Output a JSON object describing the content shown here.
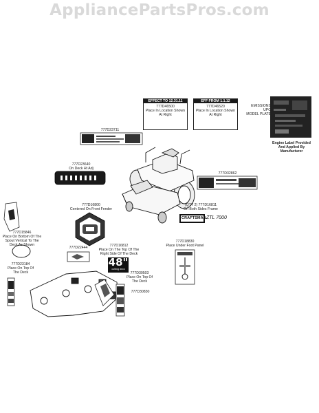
{
  "watermark": "AppliancePartsPros.com",
  "callouts": {
    "effect_to": {
      "header": "EFFECT TO 12.31.11",
      "part": "777D46500",
      "note": "Place In Location Shown At Right"
    },
    "eff_from": {
      "header": "EFF FROM 1.1.12",
      "part": "777D46520",
      "note": "Place In Location Shown At Right"
    },
    "emissions": "EMISSIONS",
    "upc": "UPC",
    "model_plate": "MODEL PLATE",
    "engine_label": "Engine Label Provided And Applied By Manufacturer",
    "part_23711": "777D23711",
    "part_23640": {
      "part": "777D23640",
      "note": "On Deck Ht Adj"
    },
    "part_32862": "777D32862",
    "part_16800": {
      "part": "777D16800",
      "note": "Centered On Front Fender"
    },
    "part_16811": {
      "qty": "(QTY 2) 777D16811",
      "note": "On Both Sides Frame"
    },
    "craftsman_text": "CRAFTSMAN",
    "model_badge": "ZTL 7000",
    "part_15846": {
      "part": "777D15846",
      "note": "Place On Bottom Of The Spout Vertical To The Deck As Shown"
    },
    "part_22444": "777D22444",
    "part_16812": {
      "part": "777D16812",
      "note": "Place On The Top Of The Right Side Of The Deck"
    },
    "deck_size": "48\"",
    "deck_size_sub": "cutting deck",
    "part_18830": {
      "part": "777D18830",
      "note": "Place Under Foot Panel"
    },
    "part_23184": {
      "part": "777D23184",
      "note": "Place On Top Of The Deck"
    },
    "part_30503": {
      "part": "777D30503",
      "note": "Place On Top Of The Deck"
    },
    "part_30830": "777D30830"
  }
}
